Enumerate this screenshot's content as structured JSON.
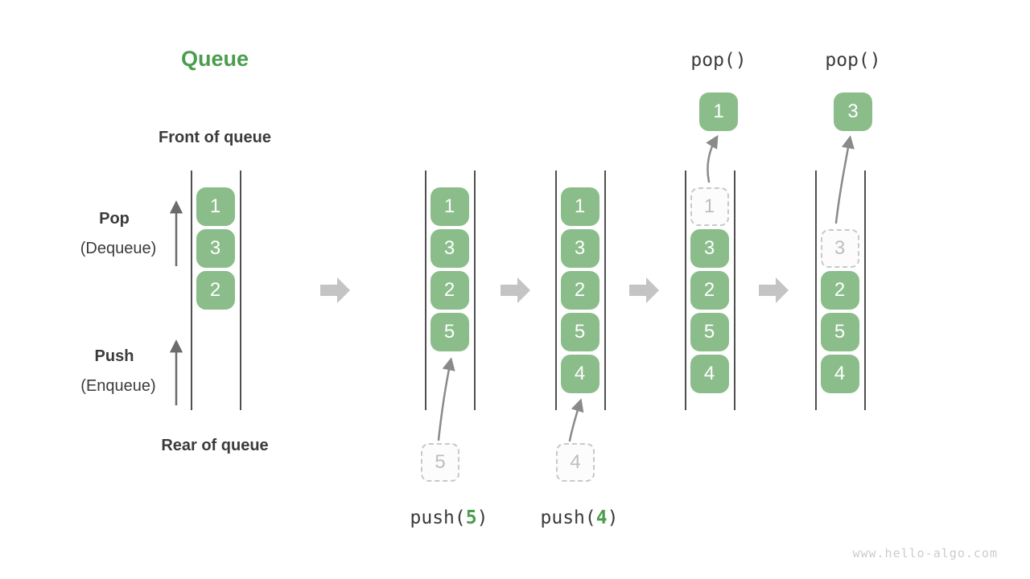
{
  "title": "Queue",
  "labels": {
    "front_of_queue": "Front of queue",
    "rear_of_queue": "Rear of queue",
    "pop": "Pop",
    "pop_sub": "(Dequeue)",
    "push": "Push",
    "push_sub": "(Enqueue)"
  },
  "operations": {
    "pop_call": "pop()",
    "push_fn": "push(",
    "push_close": ")",
    "push5_arg": "5",
    "push4_arg": "4"
  },
  "stages": [
    {
      "items": [
        "1",
        "3",
        "2"
      ]
    },
    {
      "items": [
        "1",
        "3",
        "2",
        "5"
      ],
      "pending": "5"
    },
    {
      "items": [
        "1",
        "3",
        "2",
        "5",
        "4"
      ],
      "pending": "4"
    },
    {
      "ghost": "1",
      "items": [
        "3",
        "2",
        "5",
        "4"
      ],
      "popped": "1"
    },
    {
      "ghost": "3",
      "items": [
        "2",
        "5",
        "4"
      ],
      "popped": "3"
    }
  ],
  "watermark": "www.hello-algo.com",
  "colors": {
    "box_green": "#8BBD8B",
    "title_green": "#4A9D4E",
    "dark_text": "#3B3B3B",
    "column_line": "#4F4F4F",
    "arrow_gray": "#8A8A8A",
    "block_arrow_gray": "#C4C4C4",
    "ghost_border": "#C9C9C9",
    "ghost_text": "#BDBDBD",
    "watermark_gray": "#CCCCCC"
  }
}
